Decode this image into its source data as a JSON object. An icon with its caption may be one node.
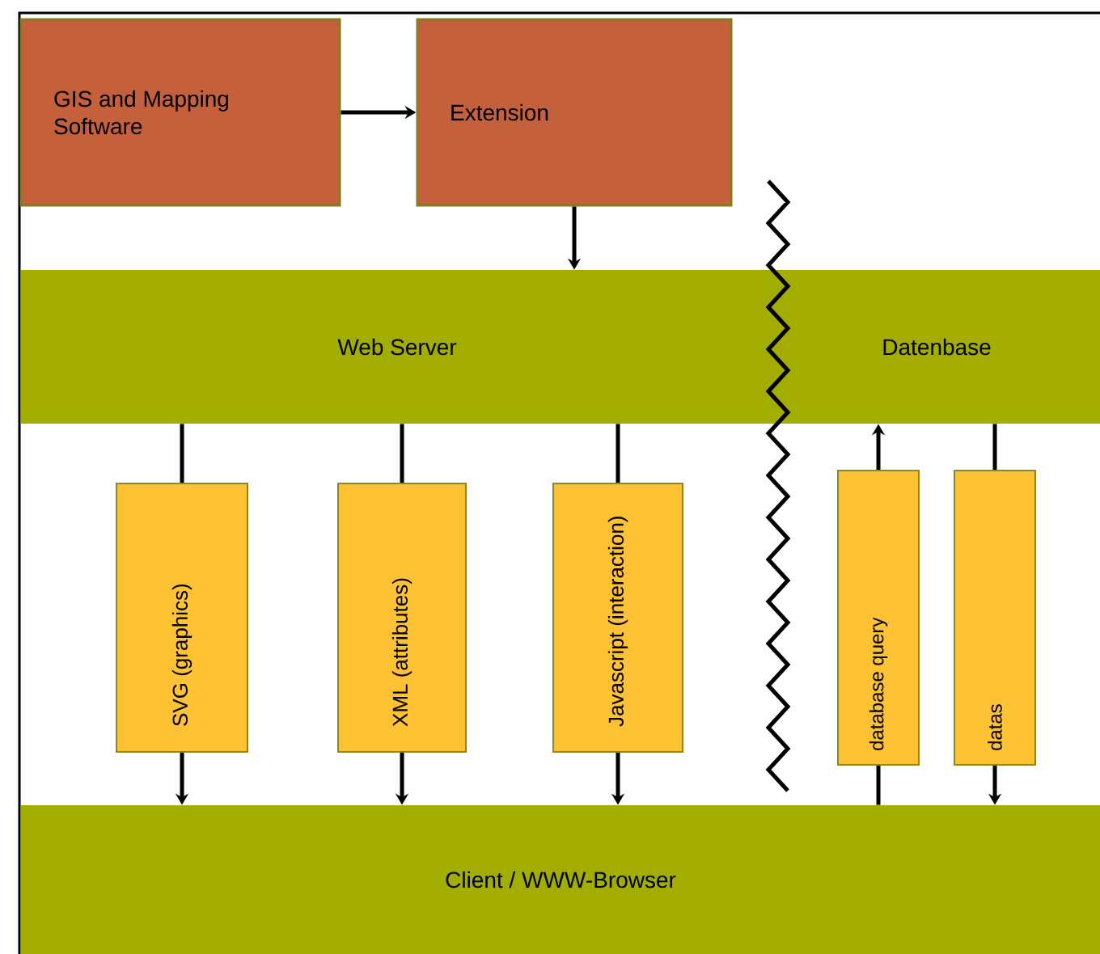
{
  "diagram": {
    "nodes": [
      {
        "text": [
          "GIS and Mapping Software"
        ]
      },
      {
        "text": [
          "Extension"
        ]
      },
      {
        "text": [
          "Web Server"
        ]
      },
      {
        "text": [
          "Datenbase"
        ]
      },
      {
        "text": [
          "SVG (graphics)"
        ]
      },
      {
        "text": [
          "XML (attributes)"
        ]
      },
      {
        "text": [
          "Javascript (interaction)"
        ]
      },
      {
        "text": [
          "database query"
        ]
      },
      {
        "text": [
          "datas"
        ]
      },
      {
        "text": [
          "Client / WWW-Browser"
        ]
      }
    ],
    "edges": [
      {
        "from": 0,
        "to": 1,
        "arrow": "to"
      },
      {
        "from": 1,
        "to": 2,
        "arrow": "to"
      },
      {
        "from": 2,
        "to": 4,
        "arrow": "none"
      },
      {
        "from": 4,
        "to": 9,
        "arrow": "to"
      },
      {
        "from": 2,
        "to": 5,
        "arrow": "none"
      },
      {
        "from": 5,
        "to": 9,
        "arrow": "to"
      },
      {
        "from": 2,
        "to": 6,
        "arrow": "none"
      },
      {
        "from": 6,
        "to": 9,
        "arrow": "to"
      },
      {
        "from": 9,
        "to": 7,
        "arrow": "none"
      },
      {
        "from": 7,
        "to": 3,
        "arrow": "to"
      },
      {
        "from": 3,
        "to": 8,
        "arrow": "none"
      },
      {
        "from": 8,
        "to": 9,
        "arrow": "to"
      }
    ]
  }
}
